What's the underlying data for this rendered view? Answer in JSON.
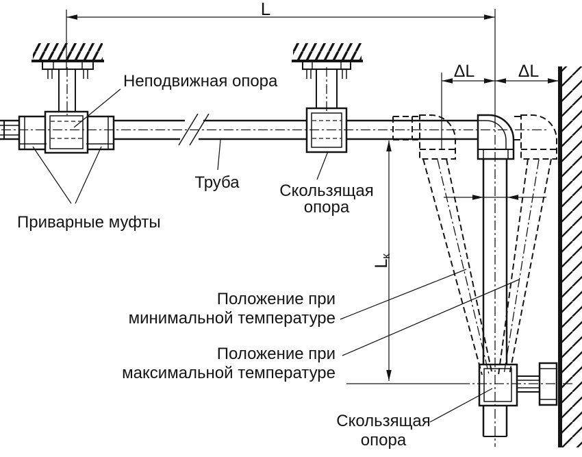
{
  "diagram": {
    "colors": {
      "ink": "#141414",
      "background": "#ffffff"
    },
    "dimensions": {
      "overall_length": "L",
      "delta_l_left": "ΔL",
      "delta_l_right": "ΔL",
      "vertical_leg_main": "L",
      "vertical_leg_sub": "к"
    },
    "labels": {
      "fixed_support": "Неподвижная опора",
      "pipe": "Труба",
      "welded_couplings": "Приварные муфты",
      "sliding_support_top_line1": "Скользящая",
      "sliding_support_top_line2": "опора",
      "position_min_line1": "Положение при",
      "position_min_line2": "минимальной температуре",
      "position_max_line1": "Положение при",
      "position_max_line2": "максимальной температуре",
      "sliding_support_bottom_line1": "Скользящая",
      "sliding_support_bottom_line2": "опора"
    }
  }
}
